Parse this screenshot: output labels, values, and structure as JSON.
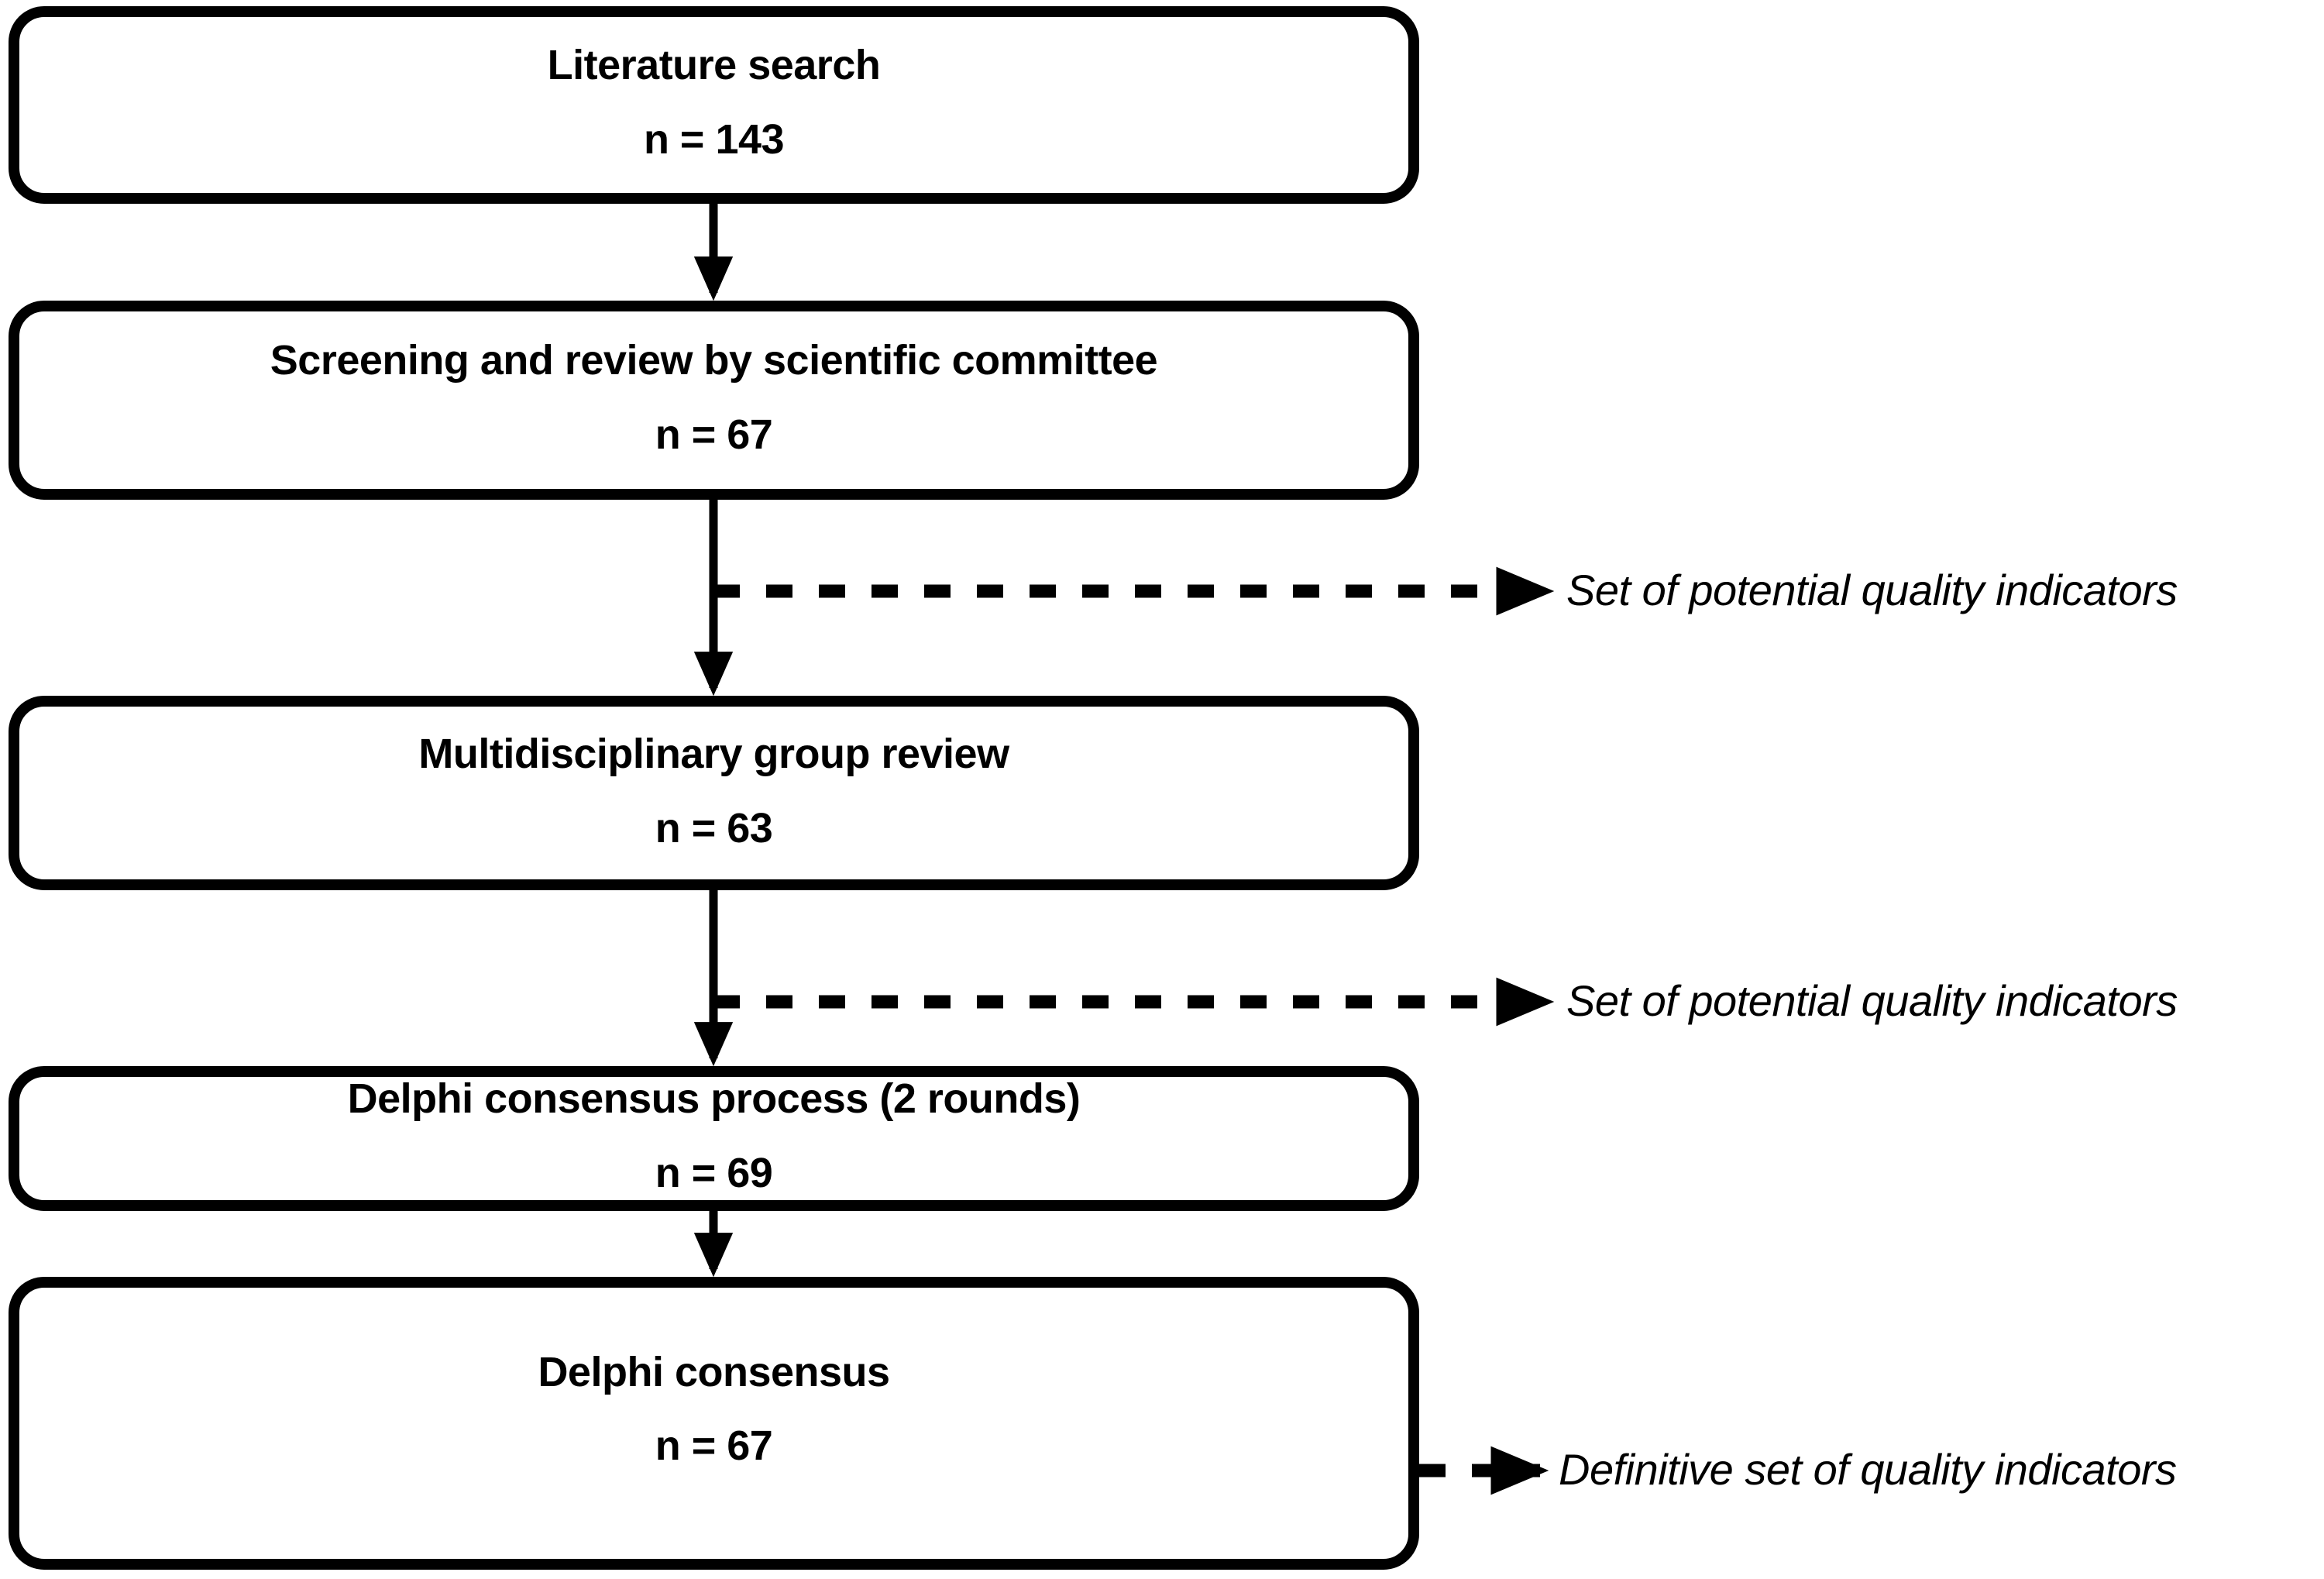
{
  "diagram": {
    "type": "flowchart",
    "orientation": "vertical",
    "colors": {
      "stroke": "#000000",
      "fill": "#ffffff",
      "background": "#ffffff"
    },
    "nodes": [
      {
        "id": "literature-search",
        "title": "Literature search",
        "count": "n = 143"
      },
      {
        "id": "screening-review",
        "title": "Screening and review by scientific committee",
        "count": "n = 67"
      },
      {
        "id": "multidisciplinary",
        "title": "Multidisciplinary group review",
        "count": "n = 63"
      },
      {
        "id": "delphi-process",
        "title": "Delphi consensus process (2 rounds)",
        "count": "n = 69"
      },
      {
        "id": "delphi-consensus",
        "title": "Delphi consensus",
        "count": "n = 67"
      }
    ],
    "branches": [
      {
        "id": "branch-1",
        "label": "Set of potential quality indicators",
        "style": "dashed",
        "from": "screening-review"
      },
      {
        "id": "branch-2",
        "label": "Set of potential quality indicators",
        "style": "dashed",
        "from": "multidisciplinary"
      },
      {
        "id": "branch-3",
        "label": "Definitive set of quality indicators",
        "style": "dashed",
        "from": "delphi-consensus"
      }
    ],
    "edges": [
      {
        "from": "literature-search",
        "to": "screening-review",
        "style": "solid-arrow"
      },
      {
        "from": "screening-review",
        "to": "multidisciplinary",
        "style": "solid-arrow"
      },
      {
        "from": "multidisciplinary",
        "to": "delphi-process",
        "style": "solid-arrow"
      },
      {
        "from": "delphi-process",
        "to": "delphi-consensus",
        "style": "solid-arrow"
      }
    ]
  }
}
